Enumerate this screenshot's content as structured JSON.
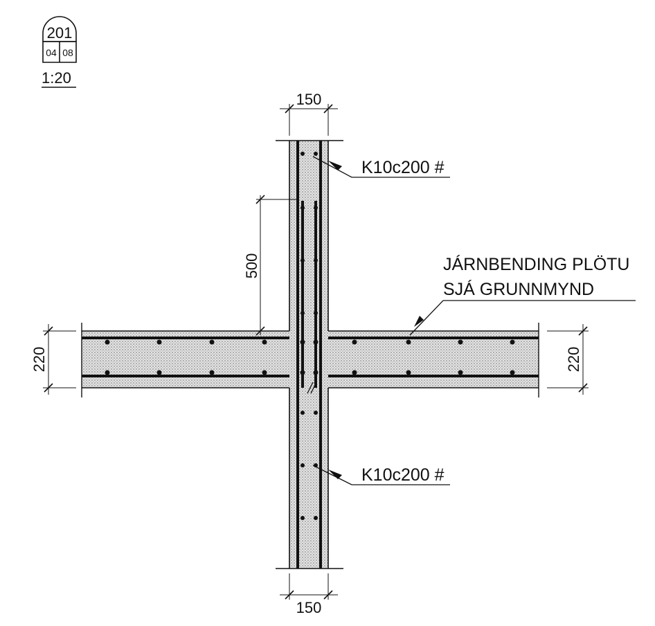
{
  "detail_tag": {
    "number": "201",
    "sheet_left": "04",
    "sheet_right": "08",
    "scale": "1:20"
  },
  "dimensions": {
    "wall_width_top": "150",
    "wall_width_bottom": "150",
    "lap_length": "500",
    "slab_thickness_left": "220",
    "slab_thickness_right": "220"
  },
  "callouts": {
    "rebar_upper": "K10c200 #",
    "rebar_lower": "K10c200 #",
    "slab_note_line1": "JÁRNBENDING PLÖTU",
    "slab_note_line2": "SJÁ GRUNNMYND"
  }
}
